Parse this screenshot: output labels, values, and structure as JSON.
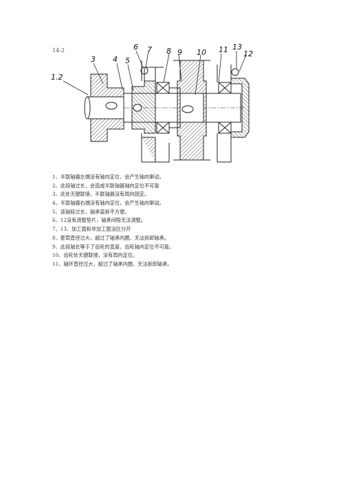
{
  "figure": {
    "label": "14-2",
    "part_numbers": [
      "1.2",
      "3",
      "4",
      "5",
      "6",
      "7",
      "8",
      "9",
      "10",
      "11",
      "13",
      "12"
    ]
  },
  "notes": [
    "1、半联轴器左端没有轴向定位，会产生轴向窜动。",
    "2、此段轴过长，会造成半联轴器轴向定位不可靠",
    "3、此处无键联接，半联轴器没有周向固定。",
    "4、半联轴器右端没有轴向定位，会产生轴向窜动。",
    "5、该轴段过长，轴承装拆不方便。",
    "6、12没有调整垫片，轴承间隙无法调整。",
    "7、13、加工面和非加工面没区分开",
    "8、套筒直径过大，超过了轴承内圈，无法拆卸轴承。",
    "9、此段轴长等于了齿轮的宽度，齿轮轴向定位不可靠。",
    "10、齿轮处无键联接，没有周向定位。",
    "11、轴环直径过大，超过了轴承内圈，无法拆卸轴承。"
  ]
}
